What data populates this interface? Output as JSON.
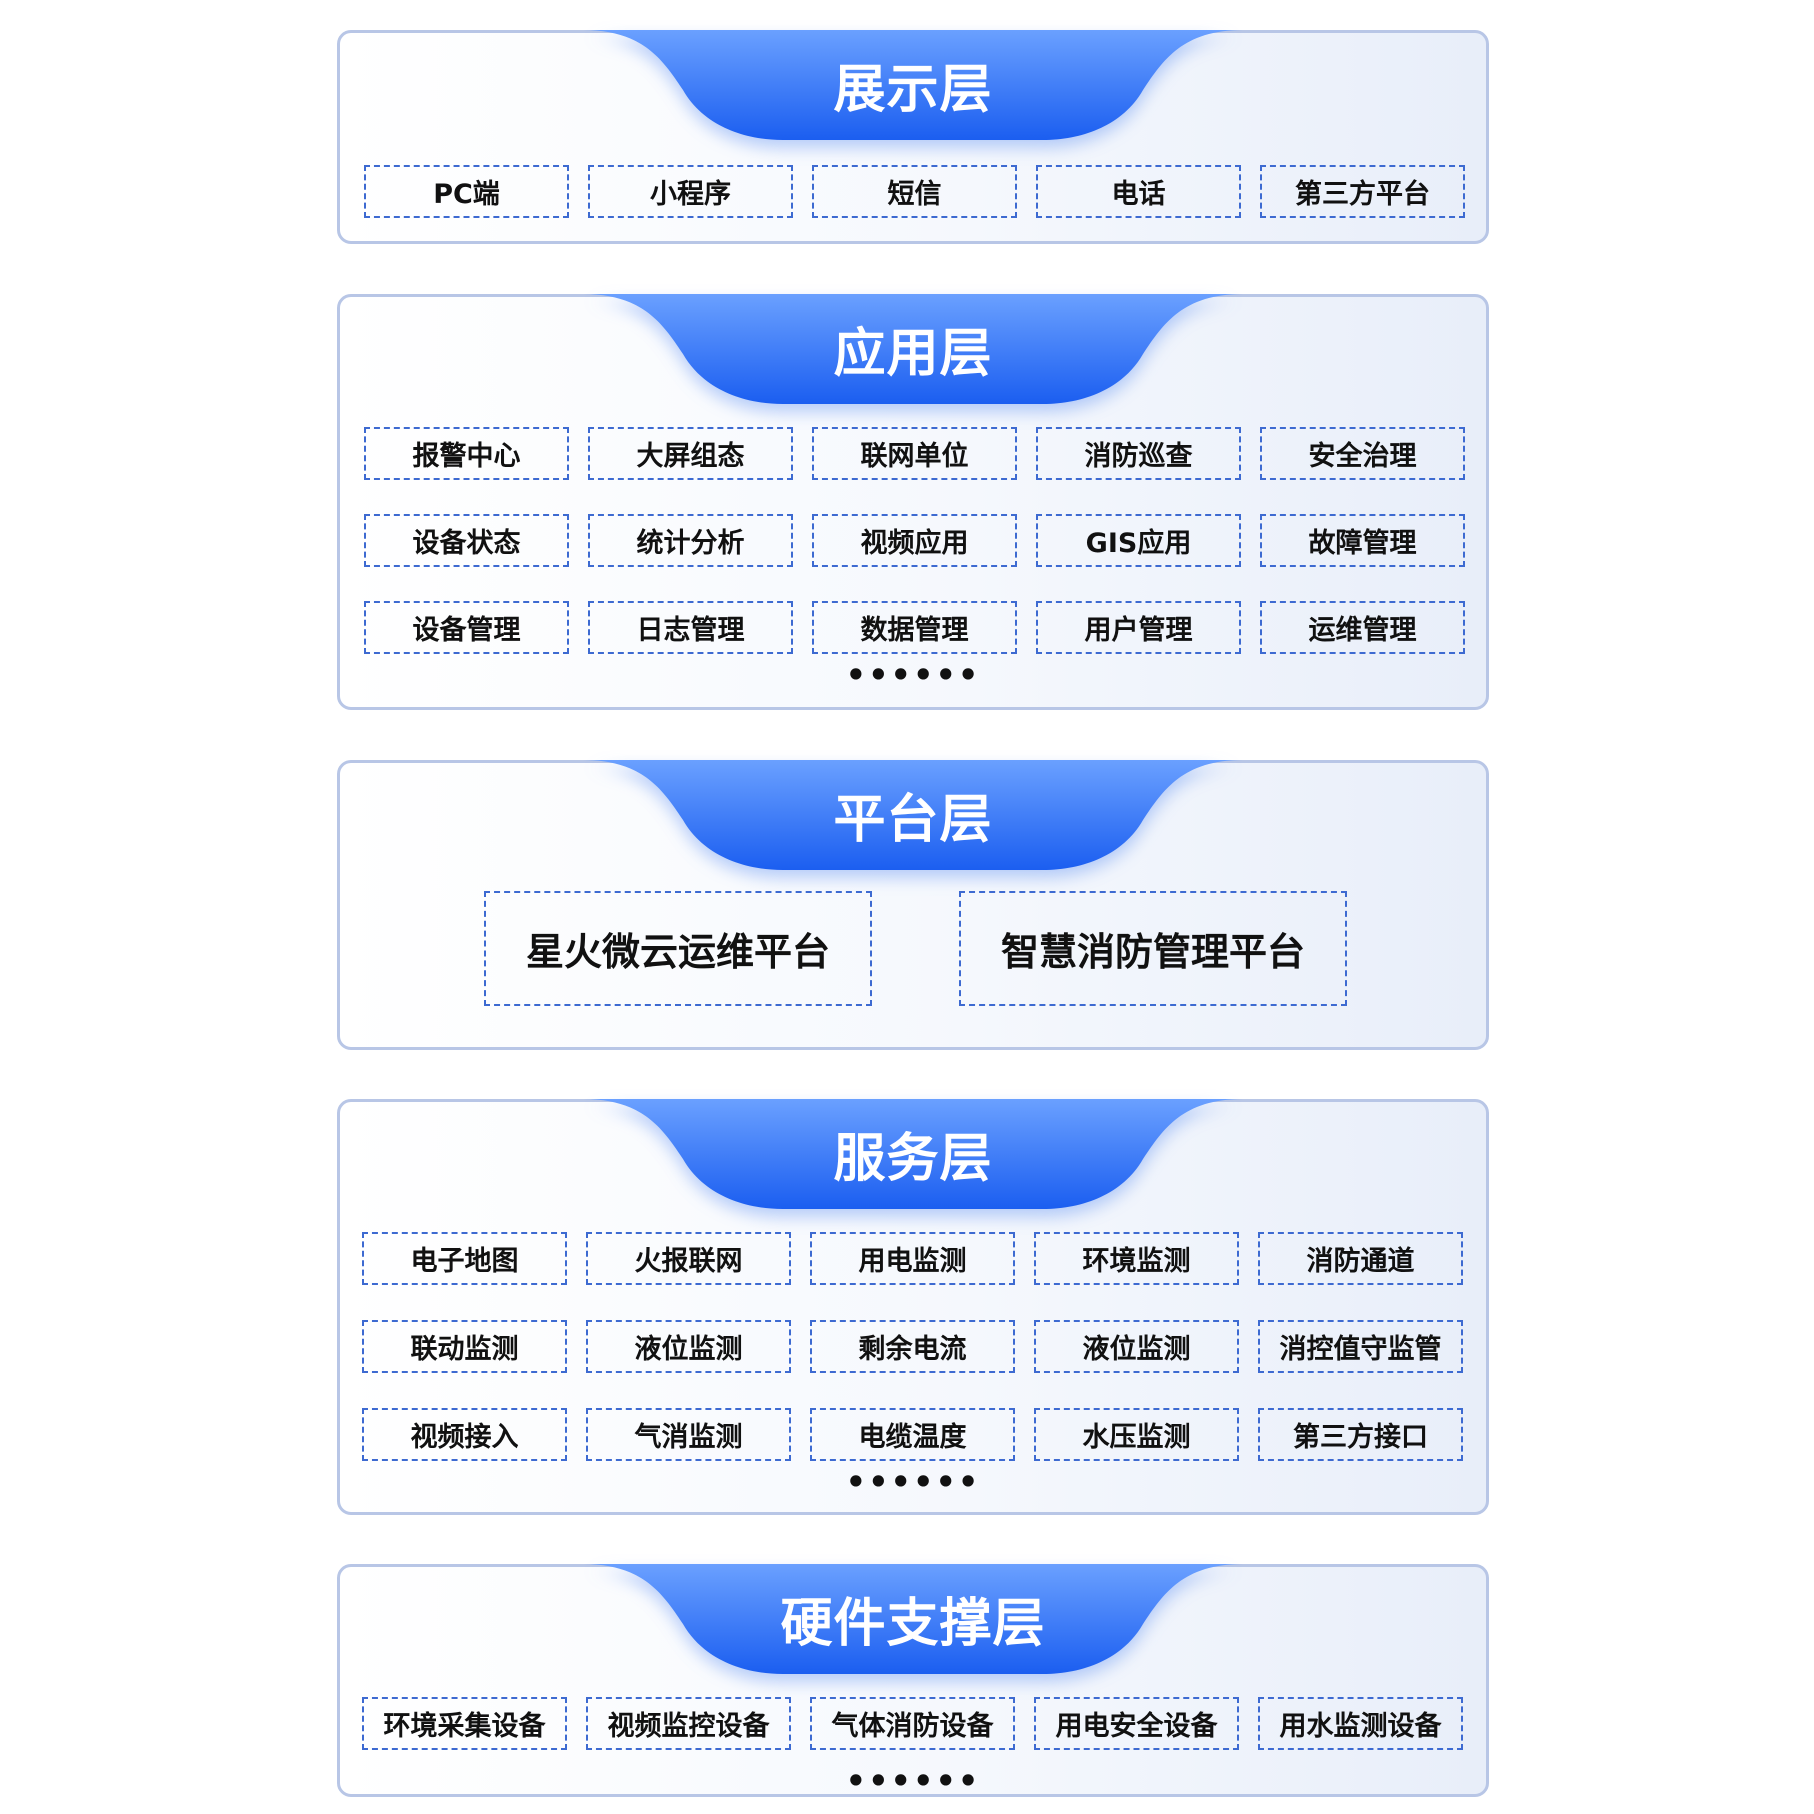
{
  "accent_color": "#2a6cf0",
  "border_color": "#b8c6e6",
  "item_border_color": "#3d6ad1",
  "layers": [
    {
      "title": "展示层",
      "items": [
        "PC端",
        "小程序",
        "短信",
        "电话",
        "第三方平台"
      ],
      "more": ""
    },
    {
      "title": "应用层",
      "items": [
        "报警中心",
        "大屏组态",
        "联网单位",
        "消防巡查",
        "安全治理",
        "设备状态",
        "统计分析",
        "视频应用",
        "GIS应用",
        "故障管理",
        "设备管理",
        "日志管理",
        "数据管理",
        "用户管理",
        "运维管理"
      ],
      "more": "••••••"
    },
    {
      "title": "平台层",
      "items": [
        "星火微云运维平台",
        "智慧消防管理平台"
      ],
      "more": ""
    },
    {
      "title": "服务层",
      "items": [
        "电子地图",
        "火报联网",
        "用电监测",
        "环境监测",
        "消防通道",
        "联动监测",
        "液位监测",
        "剩余电流",
        "液位监测",
        "消控值守监管",
        "视频接入",
        "气消监测",
        "电缆温度",
        "水压监测",
        "第三方接口"
      ],
      "more": "••••••"
    },
    {
      "title": "硬件支撑层",
      "items": [
        "环境采集设备",
        "视频监控设备",
        "气体消防设备",
        "用电安全设备",
        "用水监测设备"
      ],
      "more": "••••••"
    }
  ]
}
